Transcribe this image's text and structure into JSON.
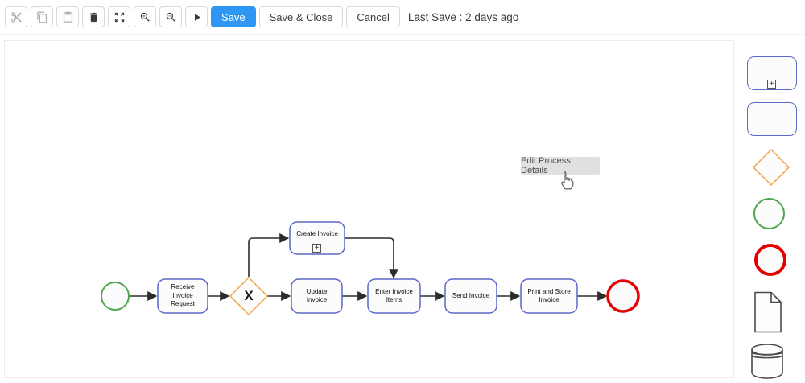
{
  "toolbar": {
    "icon_buttons": [
      {
        "id": "cut",
        "icon": "scissors-icon",
        "disabled": true
      },
      {
        "id": "copy",
        "icon": "copy-icon",
        "disabled": true
      },
      {
        "id": "paste",
        "icon": "paste-icon",
        "disabled": true
      },
      {
        "id": "delete",
        "icon": "trash-icon",
        "disabled": false
      },
      {
        "id": "fit-screen",
        "icon": "expand-arrows-icon",
        "disabled": false
      },
      {
        "id": "zoom-in",
        "icon": "zoom-in-icon",
        "disabled": false
      },
      {
        "id": "zoom-out",
        "icon": "zoom-out-icon",
        "disabled": false
      },
      {
        "id": "run",
        "icon": "play-icon",
        "disabled": false
      }
    ],
    "save_label": "Save",
    "save_and_close_label": "Save & Close",
    "cancel_label": "Cancel",
    "last_save_text": "Last Save : 2 days ago"
  },
  "tooltip": {
    "text": "Edit Process Details"
  },
  "diagram": {
    "gateway_label": "X",
    "subprocess_marker": "+",
    "nodes": [
      {
        "id": "receive",
        "label": "Receive\nInvoice\nRequest"
      },
      {
        "id": "create",
        "label": "Create Invoice"
      },
      {
        "id": "update",
        "label": "Update\nInvoice"
      },
      {
        "id": "enter",
        "label": "Enter Invoice\nItems"
      },
      {
        "id": "send",
        "label": "Send Invoice"
      },
      {
        "id": "print",
        "label": "Print and Store\nInvoice"
      }
    ]
  },
  "palette": {
    "items": [
      {
        "id": "subprocess",
        "icon": "subprocess-shape-icon"
      },
      {
        "id": "task",
        "icon": "task-shape-icon"
      },
      {
        "id": "gateway",
        "icon": "gateway-diamond-icon"
      },
      {
        "id": "start-event",
        "icon": "start-circle-icon"
      },
      {
        "id": "end-event",
        "icon": "end-circle-icon"
      },
      {
        "id": "document",
        "icon": "document-icon"
      },
      {
        "id": "datastore",
        "icon": "database-cylinder-icon"
      }
    ]
  },
  "colors": {
    "accent_blue": "#2e96f3",
    "task_border": "#5c66c4",
    "gateway_orange": "#f0a44c",
    "start_green": "#4ea64e",
    "end_red": "#e60000"
  }
}
